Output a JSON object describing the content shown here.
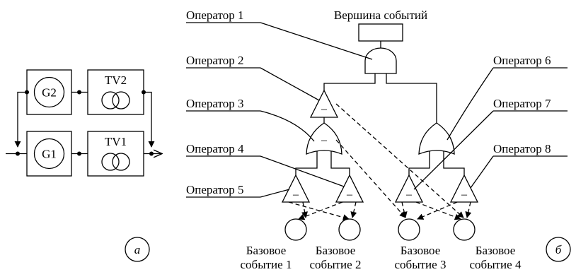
{
  "schematic": {
    "generator_top": "G2",
    "generator_bottom": "G1",
    "transformer_top": "TV2",
    "transformer_bottom": "TV1",
    "panel_label": "а"
  },
  "fault_tree": {
    "top_event": "Вершина событий",
    "operators": [
      "Оператор 1",
      "Оператор 2",
      "Оператор 3",
      "Оператор 4",
      "Оператор 5",
      "Оператор 6",
      "Оператор 7",
      "Оператор 8"
    ],
    "negation_mark": "–",
    "basic_events": [
      [
        "Базовое",
        "событие 1"
      ],
      [
        "Базовое",
        "событие 2"
      ],
      [
        "Базовое",
        "событие 3"
      ],
      [
        "Базовое",
        "событие 4"
      ]
    ],
    "panel_label": "б"
  }
}
